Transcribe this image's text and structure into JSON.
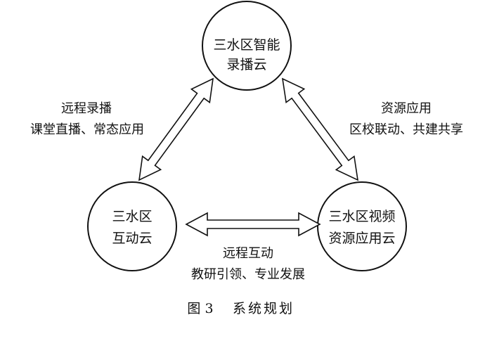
{
  "nodes": {
    "top": {
      "line1": "三水区智能",
      "line2": "录播云"
    },
    "left": {
      "line1": "三水区",
      "line2": "互动云"
    },
    "right": {
      "line1": "三水区视频",
      "line2": "资源应用云"
    }
  },
  "edges": {
    "left": {
      "line1": "远程录播",
      "line2": "课堂直播、常态应用"
    },
    "right": {
      "line1": "资源应用",
      "line2": "区校联动、共建共享"
    },
    "bottom": {
      "line1": "远程互动",
      "line2": "教研引领、专业发展"
    }
  },
  "caption": {
    "label": "图 3",
    "title": "系统规划"
  },
  "colors": {
    "stroke": "#111111",
    "background": "#ffffff"
  }
}
